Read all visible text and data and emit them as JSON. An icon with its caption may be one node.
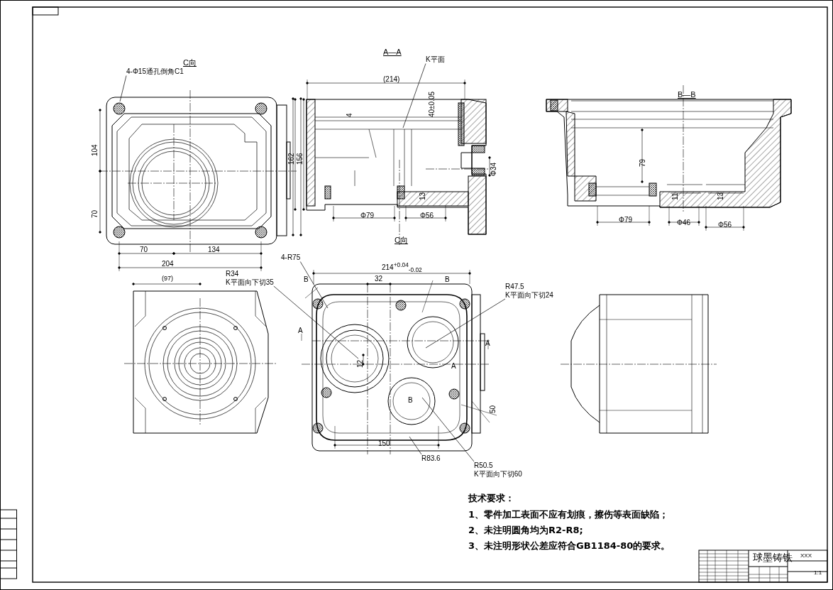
{
  "diagram": {
    "nodes": [
      {
        "text": [
          "4-Φ15通孔倒角C1"
        ]
      },
      {
        "text": [
          "K平面"
        ]
      },
      {
        "text": [
          "4-R75"
        ]
      },
      {
        "text": [
          "R34",
          "K平面向下切35"
        ]
      },
      {
        "text": [
          "R47.5",
          "K平面向下切24"
        ]
      },
      {
        "text": [
          "R50.5",
          "K平面向下切60"
        ]
      },
      {
        "text": [
          "R83.6"
        ]
      },
      {
        "text": [],
        "shape": "picture"
      },
      {
        "text": [],
        "shape": "picture"
      },
      {
        "text": [],
        "shape": "picture"
      }
    ],
    "edges": [
      {
        "from": 0,
        "to": 7,
        "arrow": "none"
      },
      {
        "from": 1,
        "to": 8,
        "arrow": "none"
      },
      {
        "from": 2,
        "to": 9,
        "arrow": "none"
      },
      {
        "from": 3,
        "to": 9,
        "arrow": "none"
      },
      {
        "from": 4,
        "to": 9,
        "arrow": "none"
      },
      {
        "from": 5,
        "to": 9,
        "arrow": "none"
      },
      {
        "from": 6,
        "to": 9,
        "arrow": "none"
      }
    ],
    "labels": [
      "C向",
      "A—A",
      "B—B",
      "104",
      "70",
      "162",
      "156",
      "70",
      "134",
      "204",
      "(214)",
      "4",
      "40±0.05",
      "13",
      "Φ34",
      "Φ79",
      "Φ56",
      "C向",
      "79",
      "11",
      "13",
      "Φ79",
      "Φ46",
      "Φ56",
      "214$^{+0.04}$$_{-0.02}$",
      "(97)",
      "B",
      "32",
      "B",
      "A",
      "A",
      "12",
      "B",
      "50",
      "150",
      "A",
      "技术要求：",
      "1、零件加工表面不应有划痕，擦伤等表面缺陷；",
      "2、未注明圆角均为R2-R8;",
      "3、未注明形状公差应符合GB1184-80的要求。",
      "球墨铸铁",
      "XXX",
      "1:1"
    ]
  }
}
